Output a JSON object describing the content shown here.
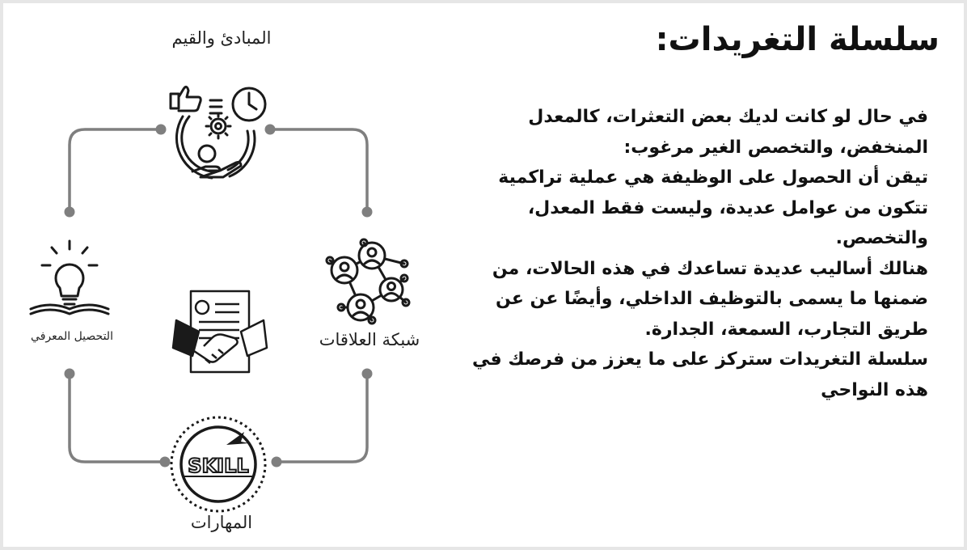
{
  "title": "سلسلة التغريدات:",
  "body_lines": [
    "في حال لو كانت لديك بعض التعثرات، كالمعدل المنخفض، والتخصص الغير مرغوب:",
    "تيقن أن الحصول على الوظيفة هي عملية تراكمية تتكون من عوامل عديدة، وليست فقط المعدل، والتخصص.",
    "هنالك أساليب عديدة تساعدك  في هذه الحالات، من ضمنها ما يسمى بالتوظيف الداخلي، وأيضًا عن عن طريق التجارب، السمعة، الجدارة.",
    "سلسلة التغريدات ستركز على ما يعزز من فرصك في هذه النواحي"
  ],
  "diagram": {
    "principles_label": "المبادئ والقيم",
    "network_label": "شبكة العلاقات",
    "skills_label": "المهارات",
    "skill_badge": "SKILL",
    "knowledge_label": "التحصيل المعرفي"
  },
  "colors": {
    "connector": "#7f7f7f",
    "icon": "#1a1a1a",
    "text": "#111111"
  }
}
